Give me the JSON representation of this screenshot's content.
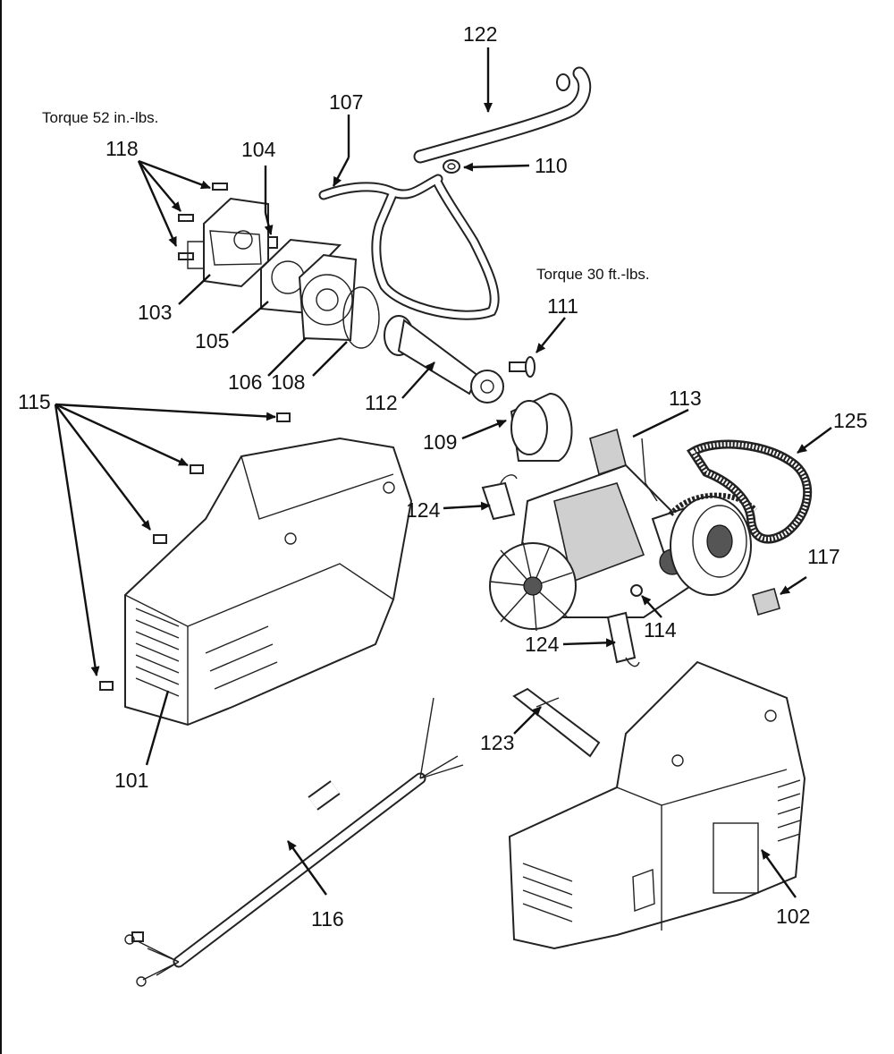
{
  "notes": {
    "torque_head": "Torque 52 in.-lbs.",
    "torque_rod": "Torque 30 ft.-lbs."
  },
  "labels": {
    "p101": "101",
    "p102": "102",
    "p103": "103",
    "p104": "104",
    "p105": "105",
    "p106": "106",
    "p107": "107",
    "p108": "108",
    "p109": "109",
    "p110": "110",
    "p111": "111",
    "p112": "112",
    "p113": "113",
    "p114": "114",
    "p115": "115",
    "p116": "116",
    "p117": "117",
    "p118": "118",
    "p122": "122",
    "p123": "123",
    "p124a": "124",
    "p124b": "124",
    "p125": "125"
  }
}
